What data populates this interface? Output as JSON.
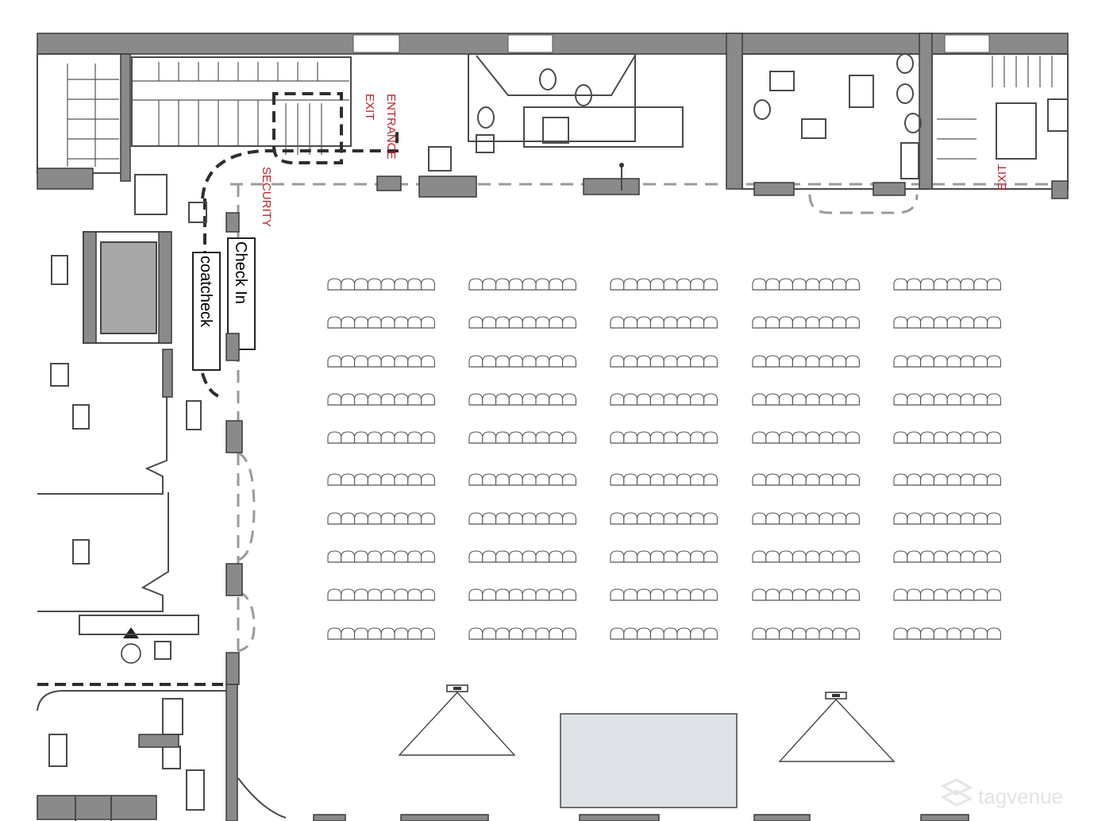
{
  "labels": {
    "entrance": "ENTRANCE",
    "exit_left": "EXIT",
    "security": "SECURITY",
    "exit_right": "EXIT",
    "check_in": "Check In",
    "coat_check": "coatcheck"
  },
  "watermark": "tagvenue",
  "seating": {
    "blocks_per_row": 5,
    "rows": 10,
    "chairs_per_block": 8
  },
  "colors": {
    "exit_red": "#c0202a",
    "wall_gray": "#8a8a8a",
    "stage_fill": "#dfe3e7"
  }
}
